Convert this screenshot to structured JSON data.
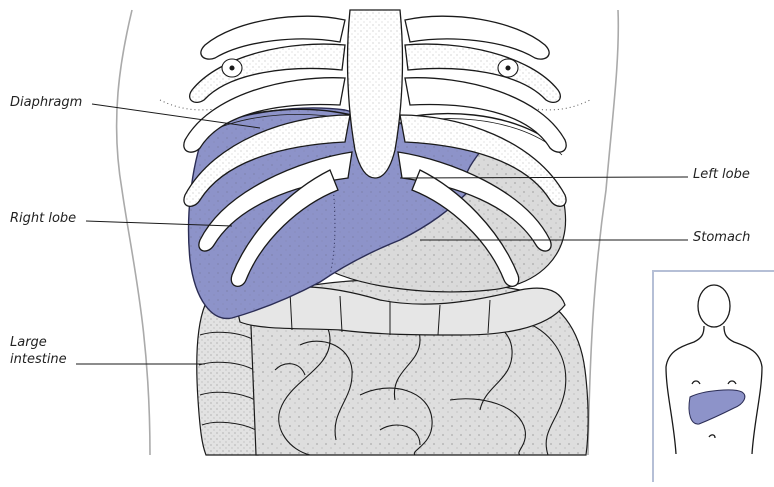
{
  "labels": {
    "diaphragm": "Diaphragm",
    "right_lobe": "Right lobe",
    "large_intestine_line1": "Large",
    "large_intestine_line2": "intestine",
    "left_lobe": "Left lobe",
    "stomach": "Stomach"
  },
  "colors": {
    "liver": "#8d93c9",
    "liver_stroke": "#2b2d55",
    "organ_fill": "#d7d7d7",
    "bone": "#ffffff",
    "outline": "#1a1a1a",
    "body_outline": "#aaaaaa",
    "inset_border": "#b5bfd6"
  }
}
